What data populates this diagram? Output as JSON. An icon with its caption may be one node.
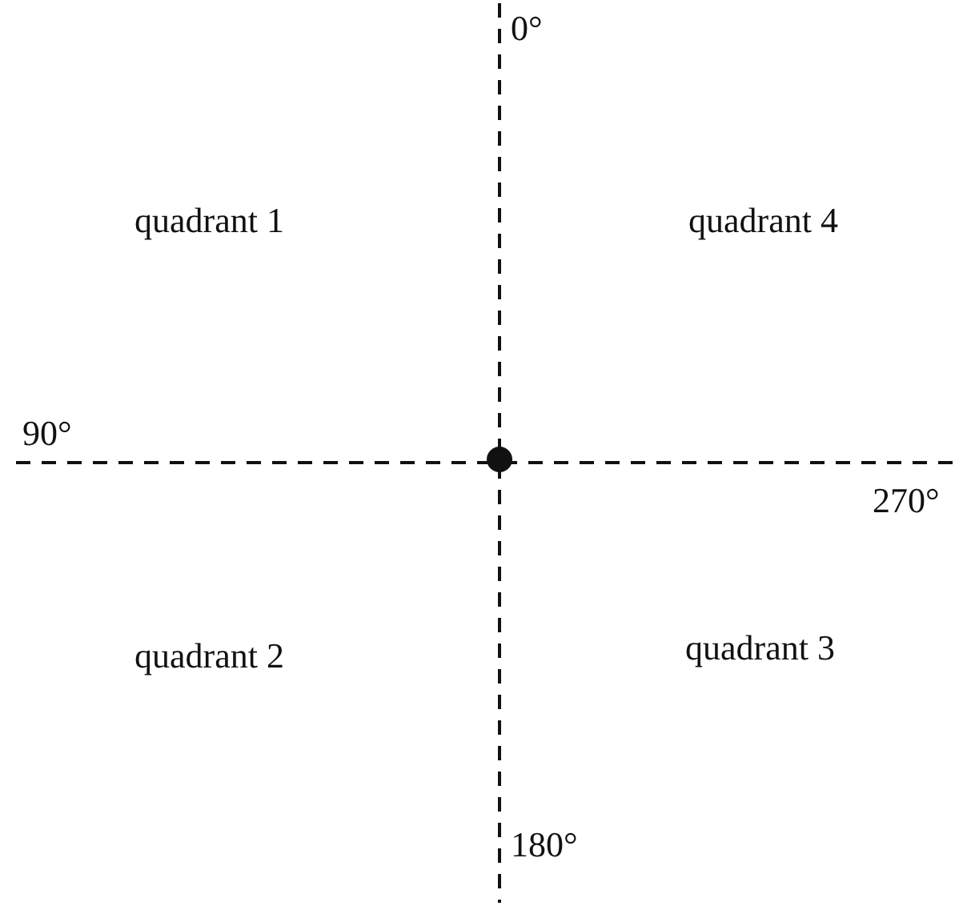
{
  "diagram": {
    "labels": [
      "0°",
      "quadrant 1",
      "quadrant 4",
      "90°",
      "270°",
      "quadrant 2",
      "quadrant 3",
      "180°"
    ]
  }
}
